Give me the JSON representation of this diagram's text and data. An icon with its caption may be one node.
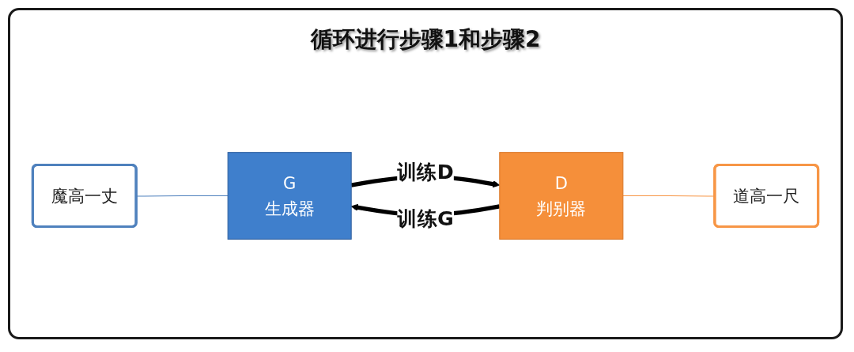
{
  "diagram": {
    "title": "循环进行步骤1和步骤2",
    "nodes": [
      {
        "text": [
          "G",
          "生成器"
        ]
      },
      {
        "text": [
          "D",
          "判别器"
        ]
      },
      {
        "text": [
          "道高一尺"
        ]
      },
      {
        "text": [
          "魔高一丈"
        ]
      }
    ],
    "edges": [
      {
        "from": 0,
        "to": 1,
        "arrow": "to",
        "label": "训练D",
        "style": "thick"
      },
      {
        "from": 1,
        "to": 0,
        "arrow": "to",
        "label": "训练G",
        "style": "thick"
      },
      {
        "from": 1,
        "to": 2,
        "arrow": "none",
        "color": "#f79646"
      },
      {
        "from": 3,
        "to": 0,
        "arrow": "none",
        "color": "#4f81bd"
      }
    ]
  }
}
